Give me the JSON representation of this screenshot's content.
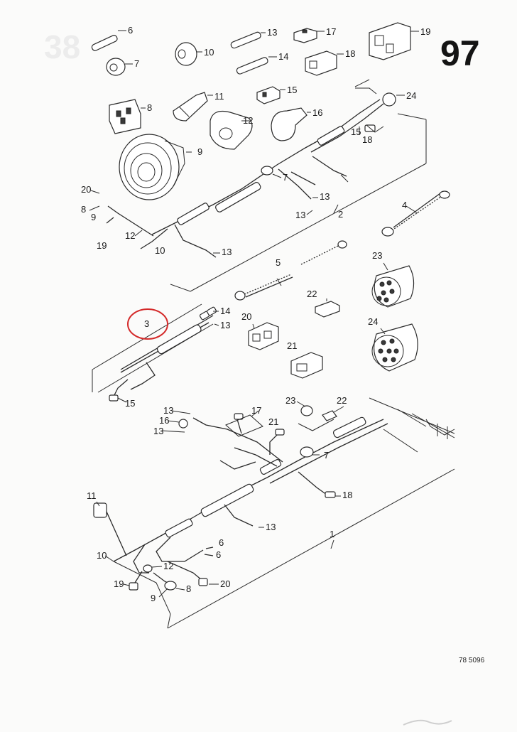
{
  "page_number": "97",
  "drawing_ref": "78 5096",
  "highlight": {
    "callout": "3",
    "color": "#d42a2a"
  },
  "labels": {
    "l6a": "6",
    "l7a": "7",
    "l8a": "8",
    "l9a": "9",
    "l10a": "10",
    "l11a": "11",
    "l12a": "12",
    "l13a": "13",
    "l14a": "14",
    "l15a": "15",
    "l16a": "16",
    "l17a": "17",
    "l18a": "18",
    "l19a": "19",
    "l24a": "24",
    "l15b": "15",
    "l18b": "18",
    "l7b": "7",
    "l13b": "13",
    "l13c": "13",
    "l2": "2",
    "l4": "4",
    "l20a": "20",
    "l8b": "8",
    "l9b": "9",
    "l12b": "12",
    "l19b": "19",
    "l10b": "10",
    "l13d": "13",
    "l5": "5",
    "l23a": "23",
    "l22a": "22",
    "l3": "3",
    "l14b": "14",
    "l13e": "13",
    "l20b": "20",
    "l21a": "21",
    "l24b": "24",
    "l15c": "15",
    "l13f": "13",
    "l17b": "17",
    "l16b": "16",
    "l13g": "13",
    "l21b": "21",
    "l23b": "23",
    "l22b": "22",
    "l7c": "7",
    "l18c": "18",
    "l11b": "11",
    "l13h": "13",
    "l6b": "6",
    "l6c": "6",
    "l10c": "10",
    "l12c": "12",
    "l19c": "19",
    "l20c": "20",
    "l8c": "8",
    "l9c": "9",
    "l1": "1"
  }
}
